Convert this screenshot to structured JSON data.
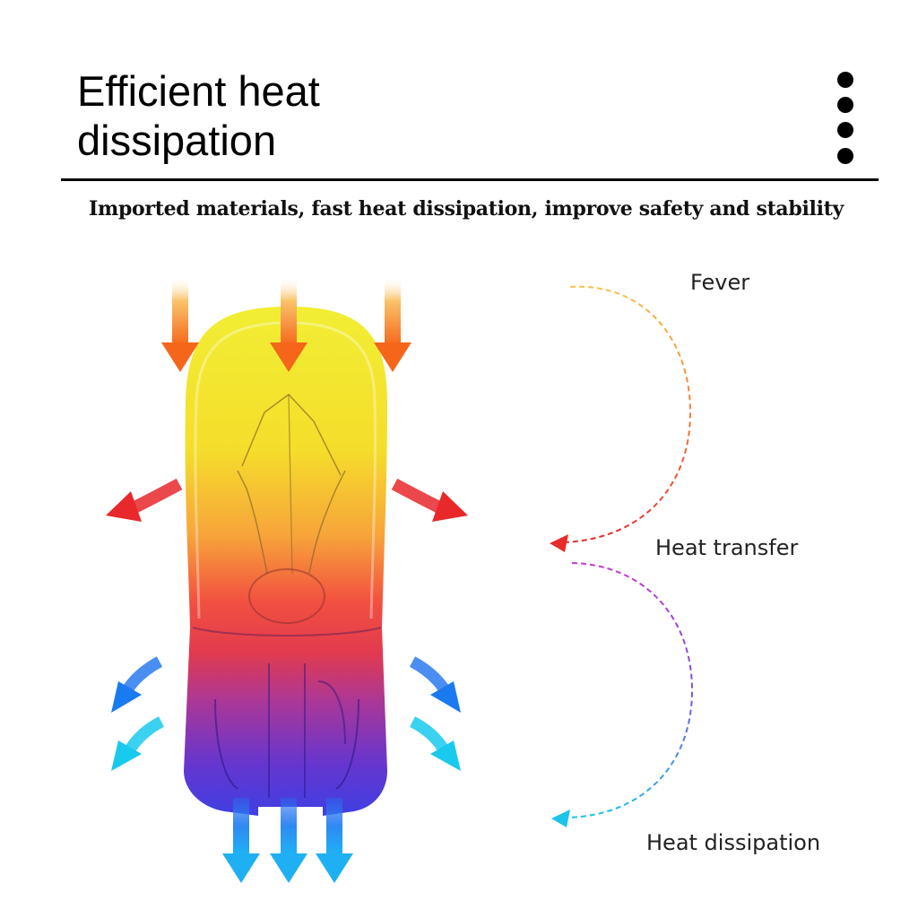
{
  "header": {
    "title_line1": "Efficient heat",
    "title_line2": "dissipation",
    "more_icon": "vertical-dots-icon"
  },
  "subtitle": "Imported materials, fast heat dissipation, improve safety and stability",
  "diagram": {
    "label_fever": "Fever",
    "label_transfer": "Heat transfer",
    "label_dissipation": "Heat dissipation"
  },
  "colors": {
    "hot_yellow": "#f5ef2a",
    "warm_orange": "#f6a335",
    "hot_red": "#ee3b3b",
    "cool_purple": "#8a37c2",
    "cold_blue": "#4141e6",
    "cyan": "#19c9ee",
    "arrow_orange": "#f5791c",
    "arrow_red": "#e8282b",
    "arrow_blue": "#2a7af0"
  }
}
